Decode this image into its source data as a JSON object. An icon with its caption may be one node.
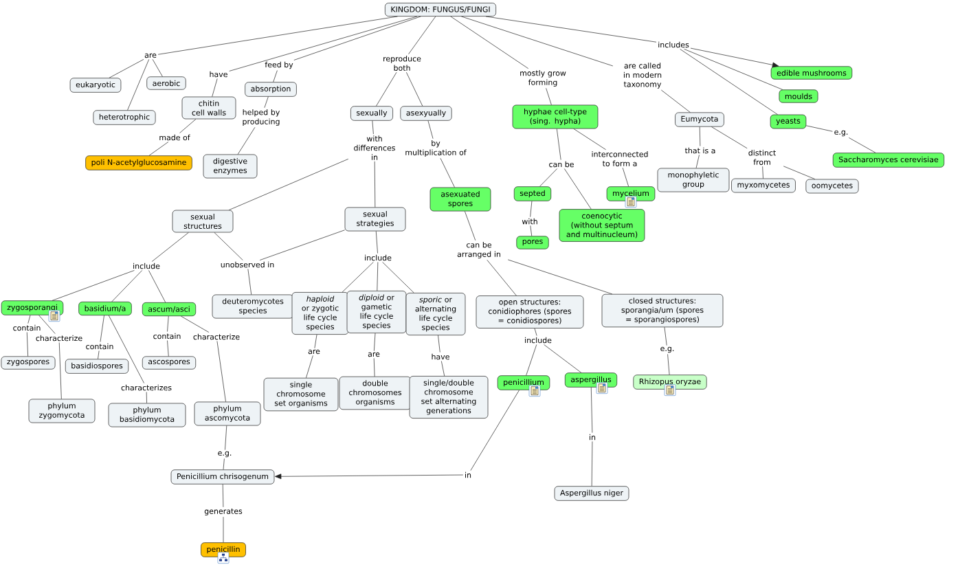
{
  "diagram": {
    "nodes": [
      {
        "text": [
          "KINGDOM: FUNGUS/FUNGI"
        ]
      },
      {
        "text": [
          "are"
        ]
      },
      {
        "text": [
          "eukaryotic"
        ]
      },
      {
        "text": [
          "aerobic"
        ]
      },
      {
        "text": [
          "heterotrophic"
        ]
      },
      {
        "text": [
          "have"
        ]
      },
      {
        "text": [
          "feed by"
        ]
      },
      {
        "text": [
          "chitin cell walls"
        ]
      },
      {
        "text": [
          "absorption"
        ]
      },
      {
        "text": [
          "made of"
        ]
      },
      {
        "text": [
          "poli N-acetylglucosamine"
        ]
      },
      {
        "text": [
          "helped by producing"
        ]
      },
      {
        "text": [
          "digestive enzymes"
        ]
      },
      {
        "text": [
          "reproduce both"
        ]
      },
      {
        "text": [
          "sexually"
        ]
      },
      {
        "text": [
          "asexyually"
        ]
      },
      {
        "text": [
          "with differences in"
        ]
      },
      {
        "text": [
          "by multiplication of"
        ]
      },
      {
        "text": [
          "asexuated spores"
        ]
      },
      {
        "text": [
          "sexual structures"
        ]
      },
      {
        "text": [
          "sexual strategies"
        ]
      },
      {
        "text": [
          "can be arranged in"
        ]
      },
      {
        "text": [
          "mostly grow forming"
        ]
      },
      {
        "text": [
          "hyphae cell-type (sing. hypha)"
        ]
      },
      {
        "text": [
          "are called in modern taxonomy"
        ]
      },
      {
        "text": [
          "includes"
        ]
      },
      {
        "text": [
          "edible mushrooms"
        ]
      },
      {
        "text": [
          "moulds"
        ]
      },
      {
        "text": [
          "yeasts"
        ]
      },
      {
        "text": [
          "Eumycota"
        ]
      },
      {
        "text": [
          "e.g."
        ]
      },
      {
        "text": [
          "Saccharomyces cerevisiae"
        ]
      },
      {
        "text": [
          "can be"
        ]
      },
      {
        "text": [
          "interconnected to form a"
        ]
      },
      {
        "text": [
          "septed"
        ]
      },
      {
        "text": [
          "mycelium"
        ]
      },
      {
        "text": [
          "coenocytic (without septum and multinucleum)"
        ]
      },
      {
        "text": [
          "with"
        ]
      },
      {
        "text": [
          "pores"
        ]
      },
      {
        "text": [
          "that is a"
        ]
      },
      {
        "text": [
          "distinct from"
        ]
      },
      {
        "text": [
          "monophyletic group"
        ]
      },
      {
        "text": [
          "myxomycetes"
        ]
      },
      {
        "text": [
          "oomycetes"
        ]
      },
      {
        "text": [
          "include"
        ]
      },
      {
        "text": [
          "unobserved in"
        ]
      },
      {
        "text": [
          "include"
        ]
      },
      {
        "text": [
          "zygosporangi"
        ]
      },
      {
        "text": [
          "basidium/a"
        ]
      },
      {
        "text": [
          "ascum/asci"
        ]
      },
      {
        "text": [
          "deuteromycotes species"
        ]
      },
      {
        "text": [
          "*haploid* or zygotic life cycle species"
        ]
      },
      {
        "text": [
          "*diploid* or gametic life cycle species"
        ]
      },
      {
        "text": [
          "*sporic* or alternating life cycle species"
        ]
      },
      {
        "text": [
          "open structures: conidiophores (spores = conidiospores)"
        ]
      },
      {
        "text": [
          "closed structures: sporangia/um (spores = sporangiospores)"
        ]
      },
      {
        "text": [
          "contain"
        ]
      },
      {
        "text": [
          "characterize"
        ]
      },
      {
        "text": [
          "contain"
        ]
      },
      {
        "text": [
          "contain"
        ]
      },
      {
        "text": [
          "characterize"
        ]
      },
      {
        "text": [
          "zygospores"
        ]
      },
      {
        "text": [
          "basidiospores"
        ]
      },
      {
        "text": [
          "ascospores"
        ]
      },
      {
        "text": [
          "are"
        ]
      },
      {
        "text": [
          "are"
        ]
      },
      {
        "text": [
          "have"
        ]
      },
      {
        "text": [
          "include"
        ]
      },
      {
        "text": [
          "e.g."
        ]
      },
      {
        "text": [
          "characterizes"
        ]
      },
      {
        "text": [
          "single chromosome set organisms"
        ]
      },
      {
        "text": [
          "double chromosomes organisms"
        ]
      },
      {
        "text": [
          "single/double chromosome set alternating generations"
        ]
      },
      {
        "text": [
          "penicillium"
        ]
      },
      {
        "text": [
          "aspergillus"
        ]
      },
      {
        "text": [
          "Rhizopus oryzae"
        ]
      },
      {
        "text": [
          "phylum zygomycota"
        ]
      },
      {
        "text": [
          "phylum basidiomycota"
        ]
      },
      {
        "text": [
          "phylum ascomycota"
        ]
      },
      {
        "text": [
          "e.g."
        ]
      },
      {
        "text": [
          "Penicillium chrisogenum"
        ]
      },
      {
        "text": [
          "in"
        ]
      },
      {
        "text": [
          "in"
        ]
      },
      {
        "text": [
          "Aspergillus niger"
        ]
      },
      {
        "text": [
          "generates"
        ]
      },
      {
        "text": [
          "penicillin"
        ]
      }
    ],
    "edges": [
      {
        "from": 0,
        "to": 1,
        "arrow": "none"
      },
      {
        "from": 1,
        "to": 2,
        "arrow": "none"
      },
      {
        "from": 1,
        "to": 3,
        "arrow": "none"
      },
      {
        "from": 1,
        "to": 4,
        "arrow": "none"
      },
      {
        "from": 0,
        "to": 5,
        "arrow": "none"
      },
      {
        "from": 5,
        "to": 7,
        "arrow": "none"
      },
      {
        "from": 0,
        "to": 6,
        "arrow": "none"
      },
      {
        "from": 6,
        "to": 8,
        "arrow": "none"
      },
      {
        "from": 7,
        "to": 9,
        "arrow": "none"
      },
      {
        "from": 9,
        "to": 10,
        "arrow": "none"
      },
      {
        "from": 8,
        "to": 11,
        "arrow": "none"
      },
      {
        "from": 11,
        "to": 12,
        "arrow": "none"
      },
      {
        "from": 0,
        "to": 13,
        "arrow": "none"
      },
      {
        "from": 13,
        "to": 14,
        "arrow": "none"
      },
      {
        "from": 13,
        "to": 15,
        "arrow": "none"
      },
      {
        "from": 14,
        "to": 16,
        "arrow": "none"
      },
      {
        "from": 16,
        "to": 19,
        "arrow": "none"
      },
      {
        "from": 16,
        "to": 20,
        "arrow": "none"
      },
      {
        "from": 15,
        "to": 17,
        "arrow": "none"
      },
      {
        "from": 17,
        "to": 18,
        "arrow": "none"
      },
      {
        "from": 18,
        "to": 21,
        "arrow": "none"
      },
      {
        "from": 21,
        "to": 54,
        "arrow": "none"
      },
      {
        "from": 21,
        "to": 55,
        "arrow": "none"
      },
      {
        "from": 0,
        "to": 22,
        "arrow": "none"
      },
      {
        "from": 22,
        "to": 23,
        "arrow": "none"
      },
      {
        "from": 0,
        "to": 24,
        "arrow": "none"
      },
      {
        "from": 24,
        "to": 29,
        "arrow": "none"
      },
      {
        "from": 0,
        "to": 25,
        "arrow": "none"
      },
      {
        "from": 25,
        "to": 26,
        "arrow": "to"
      },
      {
        "from": 25,
        "to": 27,
        "arrow": "none"
      },
      {
        "from": 25,
        "to": 28,
        "arrow": "none"
      },
      {
        "from": 28,
        "to": 30,
        "arrow": "none"
      },
      {
        "from": 30,
        "to": 31,
        "arrow": "none"
      },
      {
        "from": 23,
        "to": 32,
        "arrow": "none"
      },
      {
        "from": 32,
        "to": 34,
        "arrow": "none"
      },
      {
        "from": 32,
        "to": 36,
        "arrow": "none"
      },
      {
        "from": 23,
        "to": 33,
        "arrow": "none"
      },
      {
        "from": 33,
        "to": 35,
        "arrow": "none"
      },
      {
        "from": 34,
        "to": 37,
        "arrow": "none"
      },
      {
        "from": 37,
        "to": 38,
        "arrow": "none"
      },
      {
        "from": 29,
        "to": 39,
        "arrow": "none"
      },
      {
        "from": 39,
        "to": 41,
        "arrow": "none"
      },
      {
        "from": 29,
        "to": 40,
        "arrow": "none"
      },
      {
        "from": 40,
        "to": 42,
        "arrow": "none"
      },
      {
        "from": 40,
        "to": 43,
        "arrow": "none"
      },
      {
        "from": 19,
        "to": 44,
        "arrow": "none"
      },
      {
        "from": 44,
        "to": 47,
        "arrow": "none"
      },
      {
        "from": 44,
        "to": 48,
        "arrow": "none"
      },
      {
        "from": 44,
        "to": 49,
        "arrow": "none"
      },
      {
        "from": 19,
        "to": 45,
        "arrow": "none"
      },
      {
        "from": 20,
        "to": 45,
        "arrow": "none"
      },
      {
        "from": 45,
        "to": 50,
        "arrow": "none"
      },
      {
        "from": 20,
        "to": 46,
        "arrow": "none"
      },
      {
        "from": 46,
        "to": 51,
        "arrow": "none"
      },
      {
        "from": 46,
        "to": 52,
        "arrow": "none"
      },
      {
        "from": 46,
        "to": 53,
        "arrow": "none"
      },
      {
        "from": 47,
        "to": 56,
        "arrow": "none"
      },
      {
        "from": 56,
        "to": 61,
        "arrow": "none"
      },
      {
        "from": 47,
        "to": 57,
        "arrow": "none"
      },
      {
        "from": 57,
        "to": 76,
        "arrow": "none"
      },
      {
        "from": 48,
        "to": 58,
        "arrow": "none"
      },
      {
        "from": 58,
        "to": 62,
        "arrow": "none"
      },
      {
        "from": 48,
        "to": 69,
        "arrow": "none"
      },
      {
        "from": 69,
        "to": 77,
        "arrow": "none"
      },
      {
        "from": 49,
        "to": 59,
        "arrow": "none"
      },
      {
        "from": 59,
        "to": 63,
        "arrow": "none"
      },
      {
        "from": 49,
        "to": 60,
        "arrow": "none"
      },
      {
        "from": 60,
        "to": 78,
        "arrow": "none"
      },
      {
        "from": 51,
        "to": 64,
        "arrow": "none"
      },
      {
        "from": 64,
        "to": 70,
        "arrow": "none"
      },
      {
        "from": 52,
        "to": 65,
        "arrow": "none"
      },
      {
        "from": 65,
        "to": 71,
        "arrow": "none"
      },
      {
        "from": 53,
        "to": 66,
        "arrow": "none"
      },
      {
        "from": 66,
        "to": 72,
        "arrow": "none"
      },
      {
        "from": 54,
        "to": 67,
        "arrow": "none"
      },
      {
        "from": 67,
        "to": 73,
        "arrow": "none"
      },
      {
        "from": 67,
        "to": 74,
        "arrow": "none"
      },
      {
        "from": 55,
        "to": 68,
        "arrow": "none"
      },
      {
        "from": 68,
        "to": 75,
        "arrow": "none"
      },
      {
        "from": 78,
        "to": 79,
        "arrow": "none"
      },
      {
        "from": 79,
        "to": 80,
        "arrow": "none"
      },
      {
        "from": 73,
        "to": 81,
        "arrow": "none"
      },
      {
        "from": 81,
        "to": 80,
        "arrow": "to"
      },
      {
        "from": 74,
        "to": 82,
        "arrow": "none"
      },
      {
        "from": 82,
        "to": 83,
        "arrow": "none"
      },
      {
        "from": 80,
        "to": 84,
        "arrow": "none"
      },
      {
        "from": 84,
        "to": 85,
        "arrow": "none"
      }
    ]
  }
}
